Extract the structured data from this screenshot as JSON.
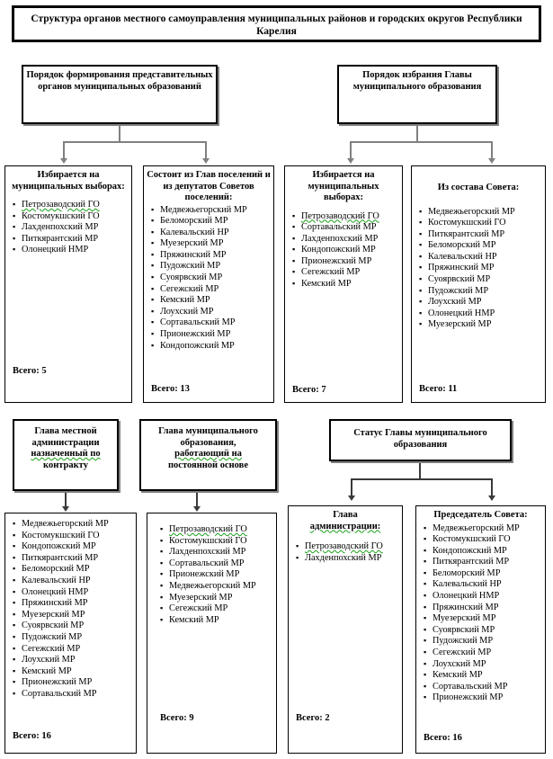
{
  "title": "Структура органов местного самоуправления муниципальных районов и городских округов Республики Карелия",
  "sections": {
    "council_formation": {
      "header": "Порядок формирования представительных органов муниципальных образований"
    },
    "head_election": {
      "header": "Порядок избрания Главы муниципального образования"
    },
    "head_admin_contract": {
      "header_line1": "Глава местной",
      "header_line2": "администрации",
      "header_line3": "назначенный по",
      "header_line4": "контракту"
    },
    "head_permanent": {
      "header_line1": "Глава муниципального",
      "header_line2": "образования,",
      "header_line3": "работающий на",
      "header_line4": "постоянной основе"
    },
    "head_status": {
      "header": "Статус Главы муниципального образования"
    }
  },
  "boxes": {
    "elected_municipal": {
      "title": "Избирается на муниципальных выборах:",
      "items": [
        "Петрозаводский ГО",
        "Костомукшский ГО",
        "Лахденпохский МР",
        "Питкярантский МР",
        "Олонецкий НМР"
      ],
      "total_label": "Всего: 5"
    },
    "composed_of_heads": {
      "title": "Состоит из Глав поселений и из депутатов Советов поселений:",
      "items": [
        "Медвежьегорский МР",
        "Беломорский МР",
        "Калевальский НР",
        "Муезерский МР",
        "Пряжинский МР",
        "Пудожский МР",
        "Суоярвский МР",
        "Сегежский МР",
        "Кемский МР",
        "Лоухский МР",
        "Сортавальский МР",
        "Прионежский МР",
        "Кондопожский МР"
      ],
      "total_label": "Всего: 13"
    },
    "head_elected_municipal": {
      "title": "Избирается на муниципальных выборах:",
      "items": [
        "Петрозаводский ГО",
        "Сортавальский МР",
        "Лахденпохский МР",
        "Кондопожский МР",
        "Прионежский МР",
        "Сегежский МР",
        "Кемский МР"
      ],
      "total_label": "Всего: 7"
    },
    "from_council": {
      "title": "Из состава Совета:",
      "items": [
        "Медвежьегорский МР",
        "Костомукшский ГО",
        "Питкярантский МР",
        "Беломорский МР",
        "Калевальский НР",
        "Пряжинский МР",
        "Суоярвский МР",
        "Пудожский МР",
        "Лоухский МР",
        "Олонецкий НМР",
        "Муезерский МР"
      ],
      "total_label": "Всего: 11"
    },
    "contract_list": {
      "title": "",
      "items": [
        "Медвежьегорский МР",
        "Костомукшский ГО",
        "Кондопожский МР",
        "Питкярантский МР",
        "Беломорский МР",
        "Калевальский НР",
        "Олонецкий НМР",
        "Пряжинский МР",
        "Муезерский МР",
        "Суоярвский МР",
        "Пудожский МР",
        "Сегежский МР",
        "Лоухский МР",
        "Кемский МР",
        "Прионежский МР",
        "Сортавальский МР"
      ],
      "total_label": "Всего: 16"
    },
    "permanent_list": {
      "title": "",
      "items": [
        "Петрозаводский ГО",
        "Костомукшский ГО",
        "Лахденпохский МР",
        "Сортавальский МР",
        "Прионежский МР",
        "Медвежьегорский МР",
        "Муезерский МР",
        "Сегежский МР",
        "Кемский МР"
      ],
      "total_label": "Всего: 9"
    },
    "head_of_administration": {
      "title": "Глава администрации:",
      "items": [
        "Петрозаводский ГО",
        "Лахденпохский МР"
      ],
      "total_label": "Всего: 2"
    },
    "council_chairman": {
      "title": "Председатель Совета:",
      "items": [
        "Медвежьегорский МР",
        "Костомукшский ГО",
        "Кондопожский МР",
        "Питкярантский МР",
        "Беломорский МР",
        "Калевальский НР",
        "Олонецкий НМР",
        "Пряжинский МР",
        "Муезерский МР",
        "Суоярвский МР",
        "Пудожский МР",
        "Сегежский МР",
        "Лоухский МР",
        "Кемский МР",
        "Сортавальский МР",
        "Прионежский МР"
      ],
      "total_label": "Всего: 16"
    }
  },
  "colors": {
    "border": "#000000",
    "connector": "#808080",
    "spellcheck": "#18a018",
    "background": "#ffffff"
  }
}
